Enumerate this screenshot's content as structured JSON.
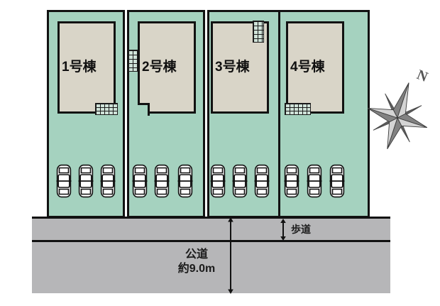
{
  "plan": {
    "title": "site-layout-plan",
    "lots": [
      {
        "id": "lot-1",
        "building_label": "1号棟",
        "parking_spaces": 3
      },
      {
        "id": "lot-2",
        "building_label": "2号棟",
        "parking_spaces": 3
      },
      {
        "id": "lot-3",
        "building_label": "3号棟",
        "parking_spaces": 3
      },
      {
        "id": "lot-4",
        "building_label": "4号棟",
        "parking_spaces": 3
      }
    ],
    "road": {
      "name_label": "公道",
      "width_label": "約9.0m"
    },
    "sidewalk": {
      "label": "歩道"
    },
    "compass": {
      "north_label": "N"
    },
    "colors": {
      "lot_fill": "#a5d2bf",
      "building_fill": "#d9d5c8",
      "road_fill": "#b6b6b8",
      "outline": "#121212",
      "background": "#ffffff"
    }
  }
}
